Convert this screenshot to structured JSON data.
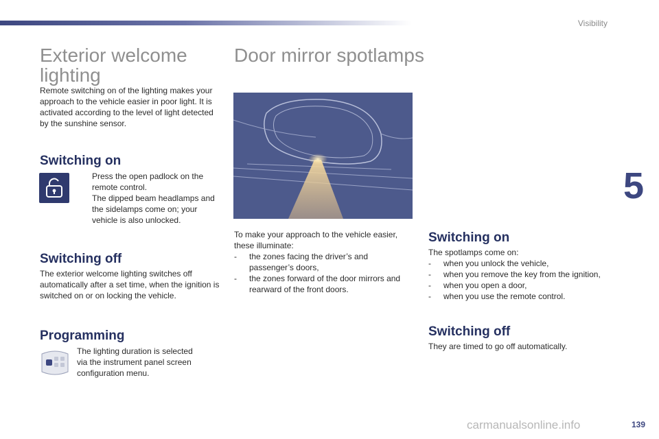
{
  "header": {
    "section_label": "Visibility",
    "chapter_number": "5",
    "page_number": "139"
  },
  "left": {
    "title_line1": "Exterior welcome",
    "title_line2": "lighting",
    "intro": "Remote switching on of the lighting makes your approach to the vehicle easier in poor light. It is activated according to the level of light detected by the sunshine sensor.",
    "switching_on": {
      "heading": "Switching on",
      "bullet_symbol": "",
      "line1": "Press the open padlock on the remote control.",
      "line2": "The dipped beam headlamps and the sidelamps come on; your vehicle is also unlocked.",
      "icon": "padlock-open-icon"
    },
    "switching_off": {
      "heading": "Switching off",
      "text": "The exterior welcome lighting switches off automatically after a set time, when the ignition is switched on or on locking the vehicle."
    },
    "programming": {
      "heading": "Programming",
      "text": "The lighting duration is selected via the instrument panel screen configuration menu.",
      "icon": "instrument-panel-buttons-icon"
    }
  },
  "middle": {
    "title": "Door mirror spotlamps",
    "illustration": "door-mirror-spotlamp-illustration",
    "intro": "To make your approach to the vehicle easier, these illuminate:",
    "items": [
      "the zones facing the driver’s and passenger’s doors,",
      "the zones forward of the door mirrors and rearward of the front doors."
    ]
  },
  "right": {
    "switching_on": {
      "heading": "Switching on",
      "intro": "The spotlamps come on:",
      "items": [
        "when you unlock the vehicle,",
        "when you remove the key from the ignition,",
        "when you open a door,",
        "when you use the remote control."
      ]
    },
    "switching_off": {
      "heading": "Switching off",
      "text": "They are timed to go off automatically."
    }
  },
  "watermark": "carmanualsonline.info",
  "colors": {
    "accent": "#3d4780",
    "heading": "#253060",
    "title_gray": "#8f8f8f",
    "illustration_bg": "#4d5a8c"
  }
}
